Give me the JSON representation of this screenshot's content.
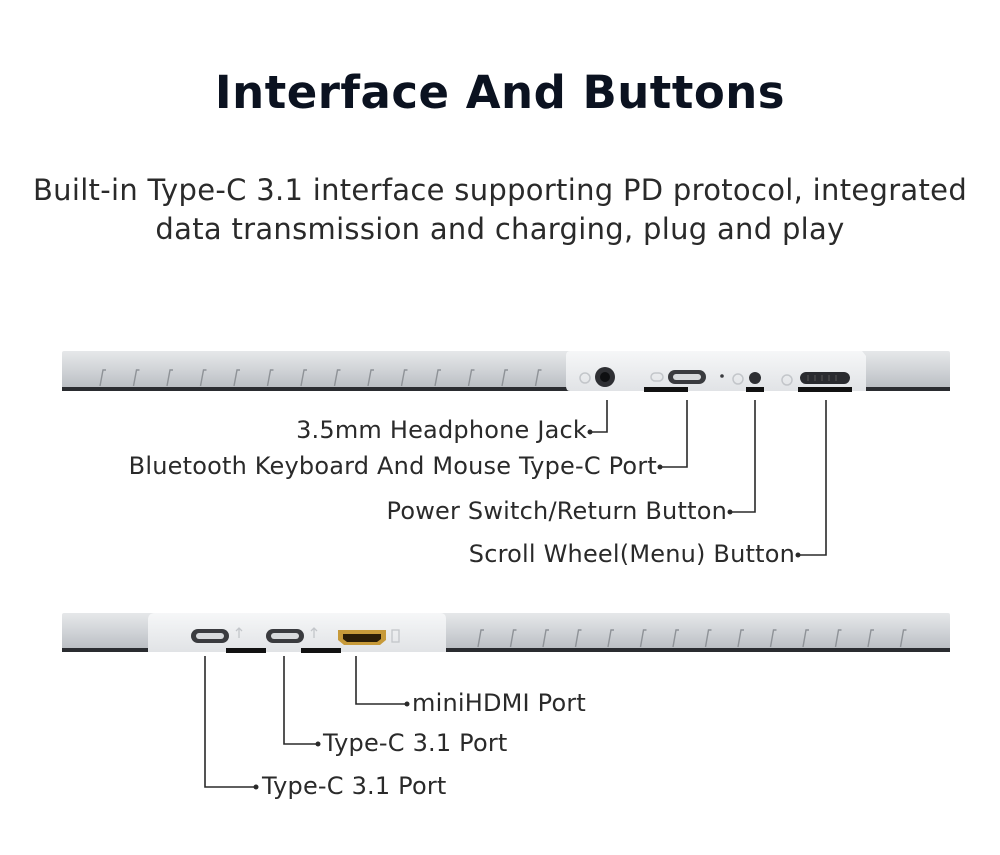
{
  "title": "Interface And Buttons",
  "subtitle_line1": "Built-in Type-C 3.1 interface supporting PD protocol, integrated",
  "subtitle_line2": "data transmission and charging, plug and play",
  "top_labels": {
    "headphone": "3.5mm Headphone Jack",
    "bt_port": "Bluetooth Keyboard And Mouse Type-C Port",
    "power": "Power Switch/Return Button",
    "scroll": "Scroll Wheel(Menu) Button"
  },
  "bottom_labels": {
    "minihdmi": "miniHDMI Port",
    "typec2": "Type-C 3.1 Port",
    "typec1": "Type-C 3.1 Port"
  },
  "colors": {
    "device_body": "#c9ccd0",
    "device_panel": "#eceef0",
    "device_edge": "#2a2c30",
    "leader_line": "#2a2a2a",
    "hdmi": "#c79a3a"
  }
}
